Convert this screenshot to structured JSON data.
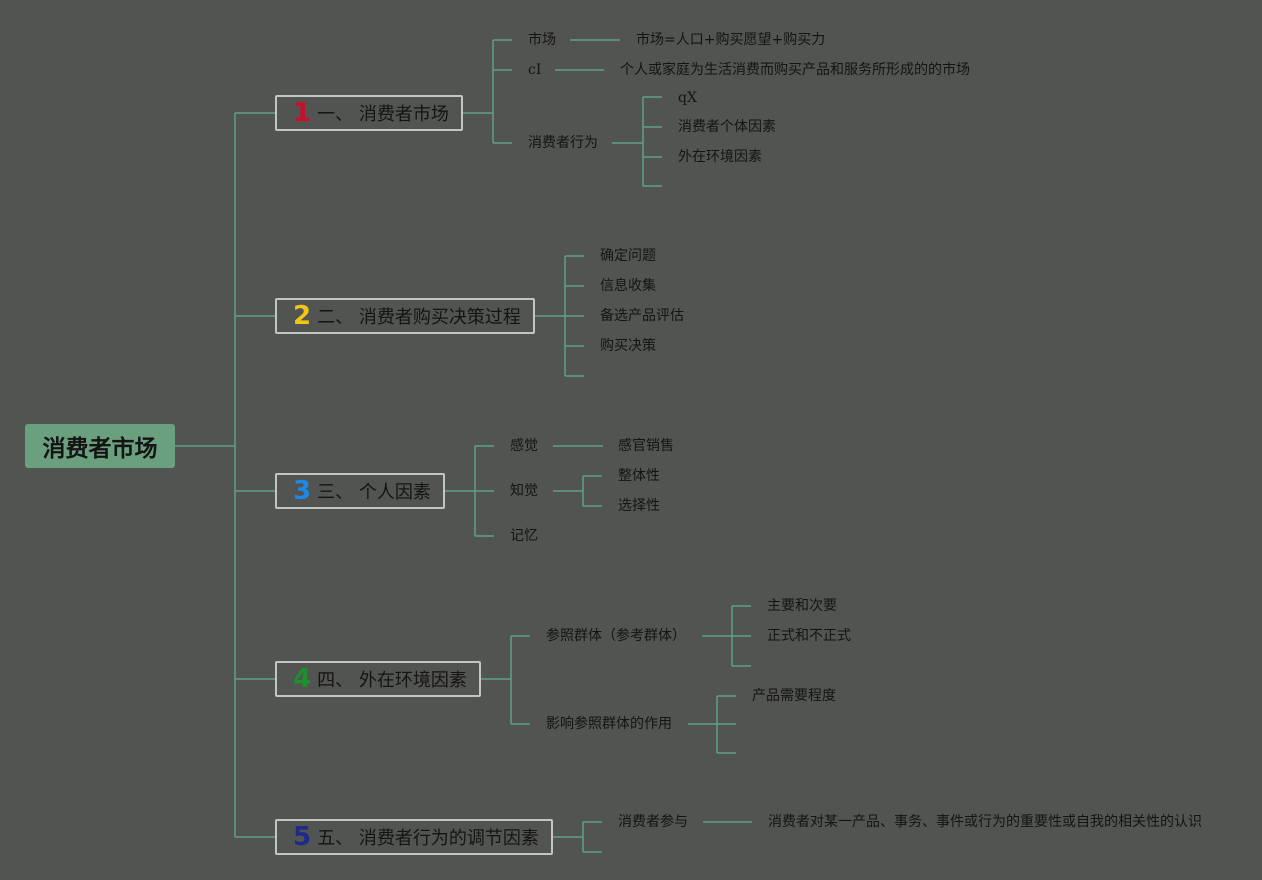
{
  "root": {
    "label": "消费者市场"
  },
  "accent": {
    "link": "#5f9e8b",
    "root_bg": "#6ba07f",
    "topic_border": "#c4c4c4",
    "background": "#525451"
  },
  "topics": [
    {
      "num": "1",
      "num_color": "#c8102e",
      "label": "一、 消费者市场"
    },
    {
      "num": "2",
      "num_color": "#f0c419",
      "label": "二、 消费者购买决策过程"
    },
    {
      "num": "3",
      "num_color": "#1e88e5",
      "label": "三、 个人因素"
    },
    {
      "num": "4",
      "num_color": "#1e8f2a",
      "label": "四、 外在环境因素"
    },
    {
      "num": "5",
      "num_color": "#1f2a8a",
      "label": "五、 消费者行为的调节因素"
    }
  ],
  "t1": {
    "market": "市场",
    "market_def": "市场=人口+购买愿望+购买力",
    "cl": "cI",
    "cl_def": "个人或家庭为生活消费而购买产品和服务所形成的的市场",
    "behavior": "消费者行为",
    "behavior_items": [
      "qX",
      "消费者个体因素",
      "外在环境因素"
    ]
  },
  "t2": {
    "items": [
      "确定问题",
      "信息收集",
      "备选产品评估",
      "购买决策"
    ]
  },
  "t3": {
    "perception": "感觉",
    "perception_child": "感官销售",
    "cognition": "知觉",
    "cognition_children": [
      "整体性",
      "选择性"
    ],
    "memory": "记忆"
  },
  "t4": {
    "ref_group": "参照群体（参考群体）",
    "ref_children": [
      "主要和次要",
      "正式和不正式"
    ],
    "influence": "影响参照群体的作用",
    "influence_children": [
      "产品需要程度"
    ]
  },
  "t5": {
    "involvement": "消费者参与",
    "involvement_def": "消费者对某一产品、事务、事件或行为的重要性或自我的相关性的认识"
  }
}
